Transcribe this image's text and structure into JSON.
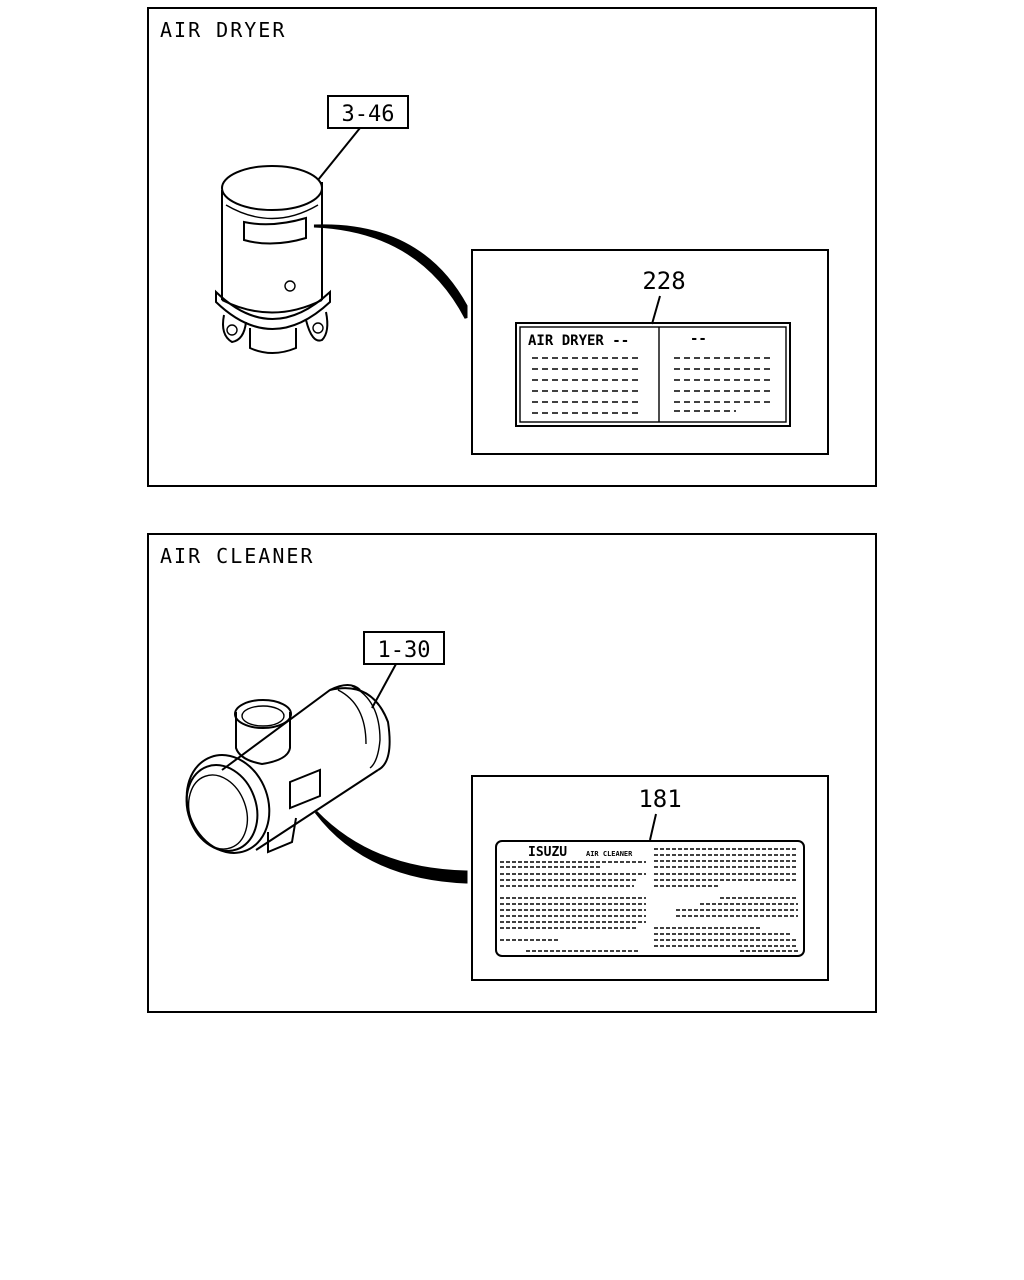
{
  "panels": [
    {
      "title": "AIR DRYER",
      "part_ref": "3-46",
      "label_ref": "228",
      "label_heading": "AIR DRYER --",
      "label_heading_right": "--"
    },
    {
      "title": "AIR CLEANER",
      "part_ref": "1-30",
      "label_ref": "181",
      "label_brand": "ISUZU",
      "label_heading": "AIR CLEANER"
    }
  ]
}
